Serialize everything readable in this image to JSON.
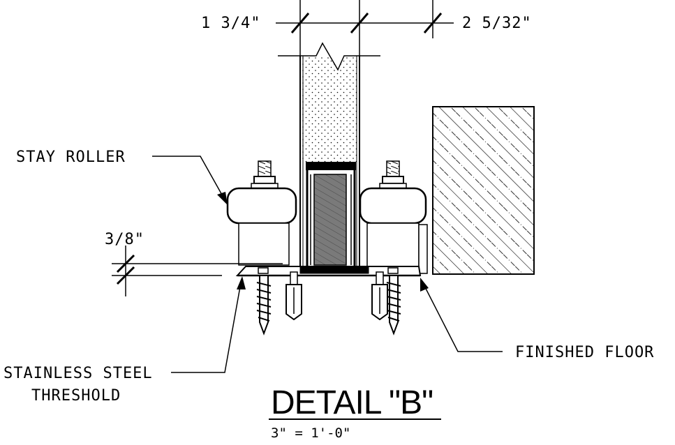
{
  "dimensions": {
    "top_left": "1 3/4\"",
    "top_right": "2 5/32\"",
    "left": "3/8\""
  },
  "callouts": {
    "stay_roller": "STAY ROLLER",
    "threshold_line1": "STAINLESS STEEL",
    "threshold_line2": "THRESHOLD",
    "finished_floor": "FINISHED FLOOR"
  },
  "title": {
    "name": "DETAIL \"B\"",
    "scale": "3\" = 1'-0\""
  },
  "colors": {
    "ink": "#000000",
    "seal_fill": "#7a7a7a",
    "background": "#ffffff"
  }
}
